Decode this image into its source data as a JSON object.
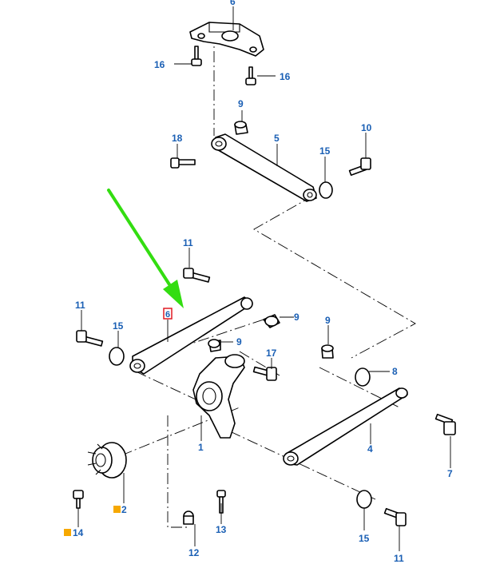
{
  "diagram": {
    "callouts": {
      "c1": "1",
      "c2": "2",
      "c4": "4",
      "c5": "5",
      "c6": "6",
      "c7": "7",
      "c8": "8",
      "c9a": "9",
      "c9b": "9",
      "c9c": "9",
      "c9d": "9",
      "c10": "10",
      "c11a": "11",
      "c11b": "11",
      "c11c": "11",
      "c12": "12",
      "c13": "13",
      "c14": "14",
      "c15a": "15",
      "c15b": "15",
      "c15c": "15",
      "c16a": "16",
      "c16b": "16",
      "c17": "17",
      "c18": "18"
    },
    "colors": {
      "callout_text": "#1a5fb4",
      "highlight_box": "#e01b24",
      "arrow": "#33dd11",
      "marker_square": "#f6a800",
      "line": "#000000"
    },
    "highlighted_callout": "6",
    "marked_callouts": [
      "2",
      "14"
    ]
  }
}
